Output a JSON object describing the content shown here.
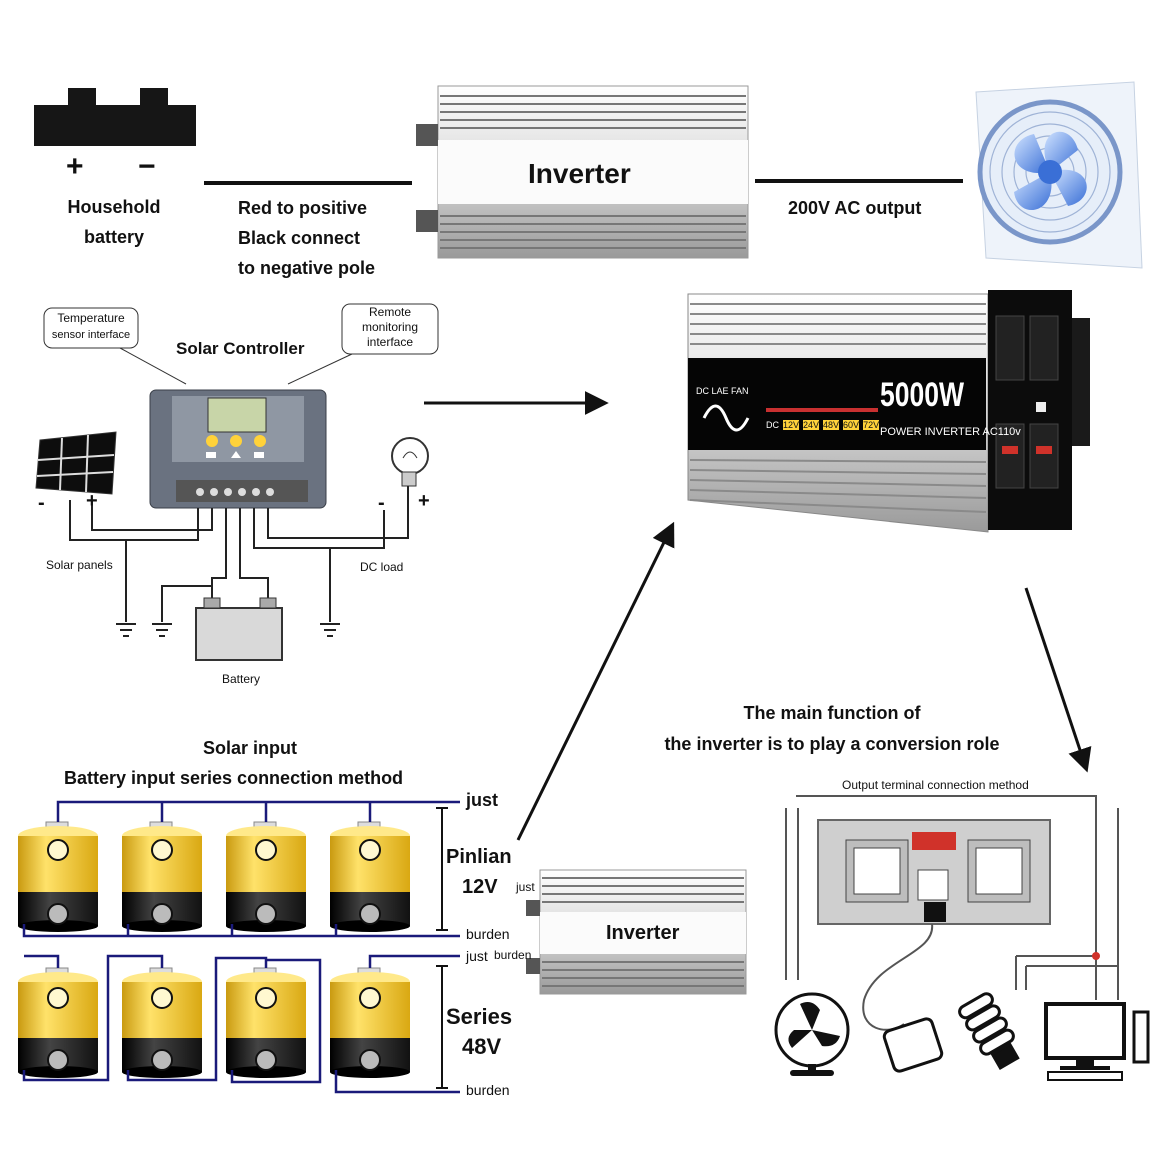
{
  "top": {
    "battery_plus": "+",
    "battery_minus": "−",
    "battery_label_1": "Household",
    "battery_label_2": "battery",
    "wiring_1": "Red to positive",
    "wiring_2": "Black connect",
    "wiring_3": "to negative pole",
    "inverter_label": "Inverter",
    "ac_output": "200V AC output"
  },
  "solar_controller": {
    "title": "Solar Controller",
    "temp_callout_1": "Temperature",
    "temp_callout_2": "sensor interface",
    "remote_callout_1": "Remote",
    "remote_callout_2": "monitoring",
    "remote_callout_3": "interface",
    "solar_panels": "Solar panels",
    "dc_load": "DC load",
    "battery": "Battery",
    "panel_minus": "-",
    "panel_plus": "+",
    "load_minus": "-",
    "load_plus": "+"
  },
  "product": {
    "power": "5000W",
    "model": "POWER INVERTER AC110v",
    "indicators": "DC  LAE  FAN",
    "voltages": [
      "DC",
      "12V",
      "24V",
      "48V",
      "60V",
      "72V"
    ]
  },
  "main_function": {
    "line_1": "The main function of",
    "line_2": "the inverter is to play a conversion role",
    "output_method": "Output terminal connection method"
  },
  "series": {
    "heading_1": "Solar input",
    "heading_2": "Battery input series connection method",
    "just_top": "just",
    "burden_top": "burden",
    "pinlian": "Pinlian",
    "v12": "12V",
    "just_bottom": "just",
    "burden_bottom": "burden",
    "series": "Series",
    "v48": "48V",
    "inverter_just": "just",
    "inverter_burden": "burden",
    "inverter_label": "Inverter"
  },
  "colors": {
    "wire": "#1a1a7a",
    "battery_gold": "#f2c21a",
    "battery_dark": "#1a1a1a",
    "controller": "#6a7280",
    "accent_red": "#d0322a"
  }
}
